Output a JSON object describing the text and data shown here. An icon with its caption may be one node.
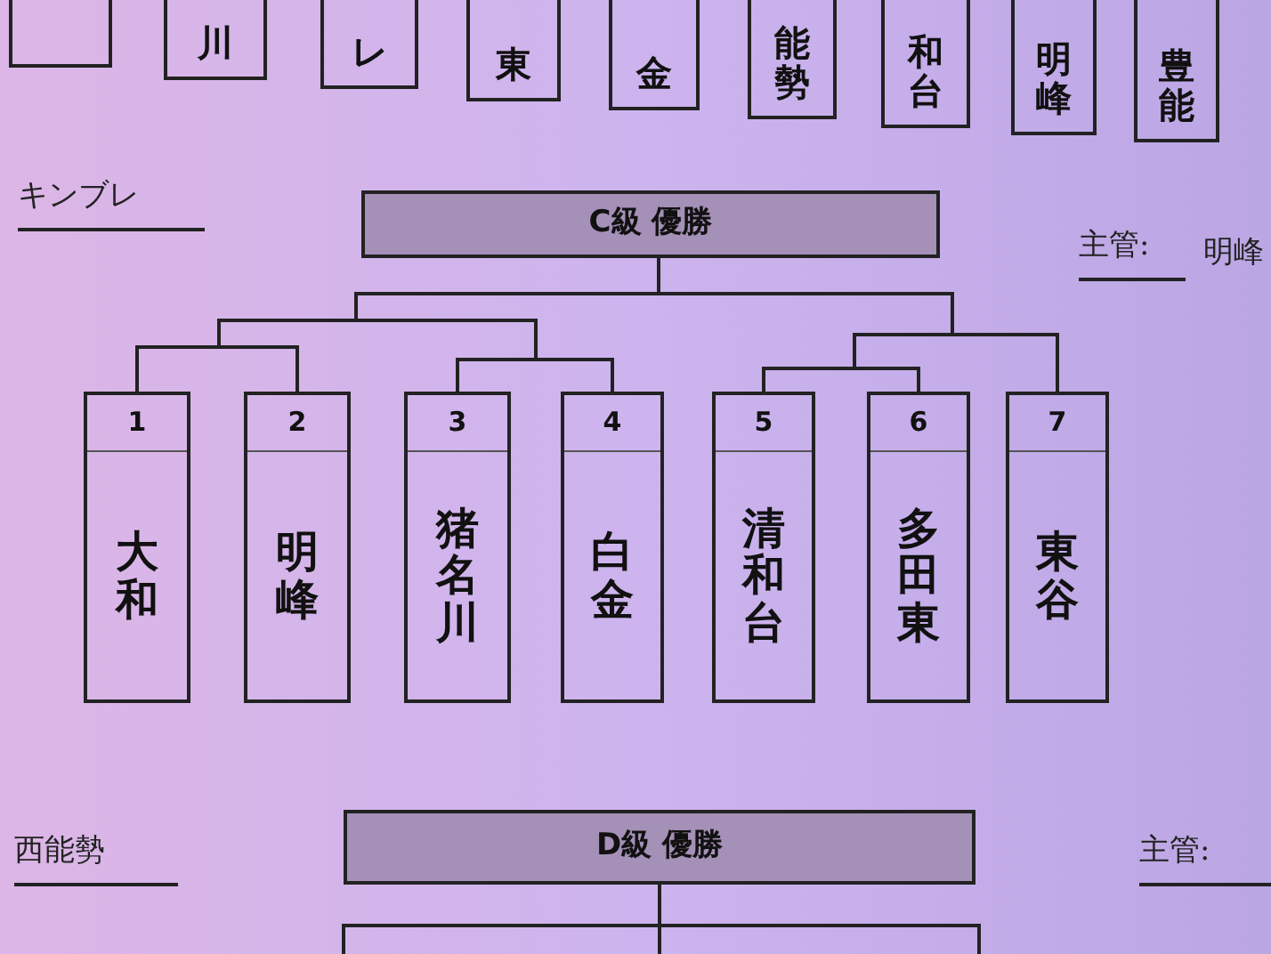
{
  "diagram": {
    "nodes": [
      {
        "text": [],
        "shape": "box"
      },
      {
        "text": [
          "川"
        ]
      },
      {
        "text": [
          "レ"
        ]
      },
      {
        "text": [
          "東"
        ]
      },
      {
        "text": [
          "金"
        ]
      },
      {
        "text": [
          "能勢"
        ]
      },
      {
        "text": [
          "和台"
        ]
      },
      {
        "text": [
          "明峰"
        ]
      },
      {
        "text": [
          "豊能"
        ]
      },
      {
        "text": [
          "C級 優勝"
        ]
      },
      {
        "text": [
          "1",
          "大和"
        ]
      },
      {
        "text": [
          "2",
          "明峰"
        ]
      },
      {
        "text": [
          "3",
          "猪名川"
        ]
      },
      {
        "text": [
          "4",
          "白金"
        ]
      },
      {
        "text": [
          "5",
          "清和台"
        ]
      },
      {
        "text": [
          "6",
          "多田東"
        ]
      },
      {
        "text": [
          "7",
          "東谷"
        ]
      },
      {
        "text": [
          "D級 優勝"
        ]
      }
    ],
    "edges": [
      {
        "from": 10,
        "to": 9,
        "arrow": "none"
      },
      {
        "from": 11,
        "to": 9,
        "arrow": "none"
      },
      {
        "from": 12,
        "to": 9,
        "arrow": "none"
      },
      {
        "from": 13,
        "to": 9,
        "arrow": "none"
      },
      {
        "from": 14,
        "to": 9,
        "arrow": "none"
      },
      {
        "from": 15,
        "to": 9,
        "arrow": "none"
      },
      {
        "from": 16,
        "to": 9,
        "arrow": "none"
      },
      {
        "from": 17,
        "to": null,
        "arrow": "none"
      }
    ],
    "labels": [
      "キンブレ",
      "主管:",
      "明峰",
      "西能勢",
      "主管:"
    ]
  }
}
